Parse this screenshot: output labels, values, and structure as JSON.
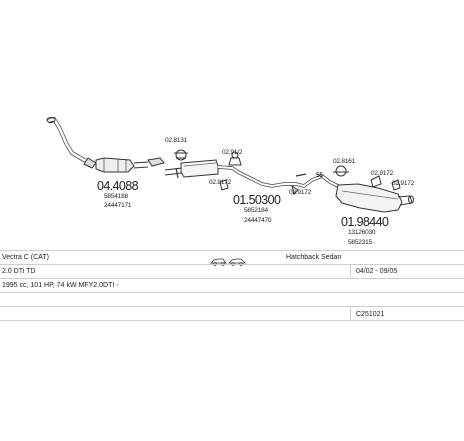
{
  "parts": {
    "front_pipe": {
      "code": "04.4088",
      "ref1": "5854188",
      "ref2": "24447171"
    },
    "centre_box": {
      "code": "01.50300",
      "ref1": "5852184",
      "ref2": "24447470"
    },
    "rear_box": {
      "code": "01.98440",
      "ref1": "13126030",
      "ref2": "5852315"
    },
    "fitting_1": "02.8131",
    "fitting_2": "02.91/2",
    "fitting_3": "02.9172",
    "fitting_4": "02.9172",
    "fitting_5": "02.8161",
    "fitting_6": "02.9172",
    "fitting_7": "02.9172",
    "fitting_8": "55"
  },
  "table": {
    "row1": {
      "model": "Vectra C  (CAT)",
      "body": "Hatchback Sedan"
    },
    "row2": {
      "engine": "2.0 DTi TD",
      "dates": "04/02 - 09/05"
    },
    "row3": {
      "spec": "1995 cc, 101 HP, 74 kW MFY2.0DTI    -"
    },
    "row4": {},
    "row5": {
      "ref_code": "C251021"
    }
  }
}
